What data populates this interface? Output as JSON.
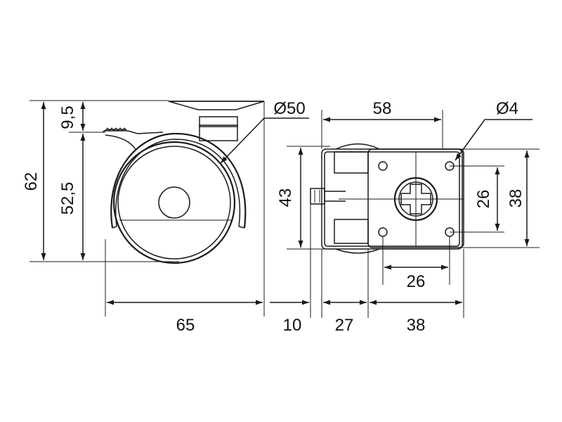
{
  "dimensions": {
    "side_height_total": "62",
    "side_plate_height": "9,5",
    "side_wheel_height": "52,5",
    "wheel_diameter": "Ø50",
    "side_width": "65",
    "top_length": "58",
    "hole_diameter": "Ø4",
    "top_width": "43",
    "plate_hole_spacing_y": "26",
    "plate_width": "38",
    "plate_hole_spacing_x": "26",
    "brake_offset": "10",
    "wheel_offset": "27",
    "plate_length": "38"
  },
  "colors": {
    "line": "#1a1a1a",
    "background": "#ffffff"
  }
}
